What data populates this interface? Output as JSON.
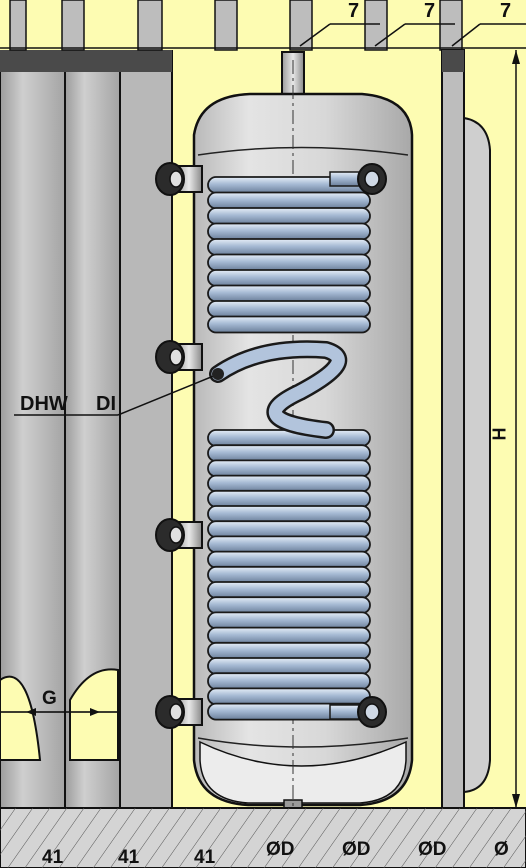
{
  "diagram": {
    "labels": {
      "top_dim_1": "7",
      "top_dim_2": "7",
      "top_dim_3": "7",
      "height_dim": "H",
      "coil_label": "DHW",
      "coil_label_2": "DI",
      "left_dim": "G",
      "bottom_1": "41",
      "bottom_2": "41",
      "bottom_3": "41",
      "bottom_4": "ØD",
      "bottom_5": "ØD",
      "bottom_6": "ØD",
      "bottom_7": "Ø"
    },
    "colors": {
      "background": "#fdfcb2",
      "tank_body": "#dcdcdc",
      "coil": "#a9bcd6",
      "outline": "#111111",
      "floor": "#d4d4d4"
    }
  }
}
